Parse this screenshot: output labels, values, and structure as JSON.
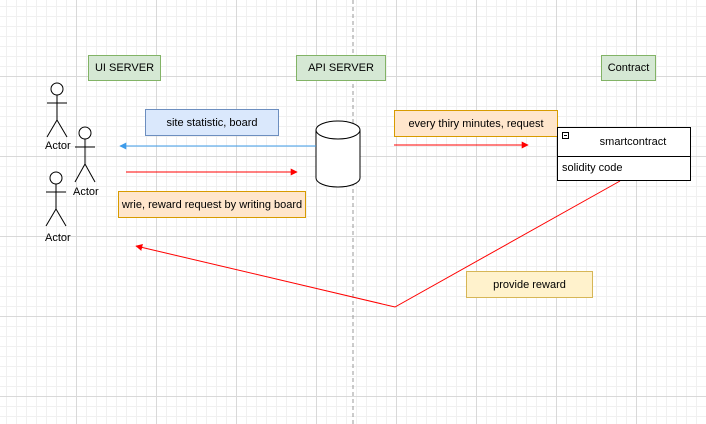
{
  "headers": {
    "ui_server": "UI  SERVER",
    "api_server": "API SERVER",
    "contract": "Contract"
  },
  "actors": [
    "Actor",
    "Actor",
    "Actor"
  ],
  "labels": {
    "site_statistic": "site statistic, board",
    "write_request": "wrie, reward request by writing board",
    "every_thirty": "every thiry minutes, request",
    "provide_reward": "provide reward"
  },
  "smart_contract": {
    "name": "smartcontract",
    "field": "solidity code"
  },
  "colors": {
    "header_fill": "#d5e8d4",
    "blue_fill": "#dae8fc",
    "orange_fill": "#ffe6cc",
    "yellow_fill": "#fff2cc",
    "arrow_red": "#ff0000",
    "arrow_blue": "#3d9be9"
  }
}
